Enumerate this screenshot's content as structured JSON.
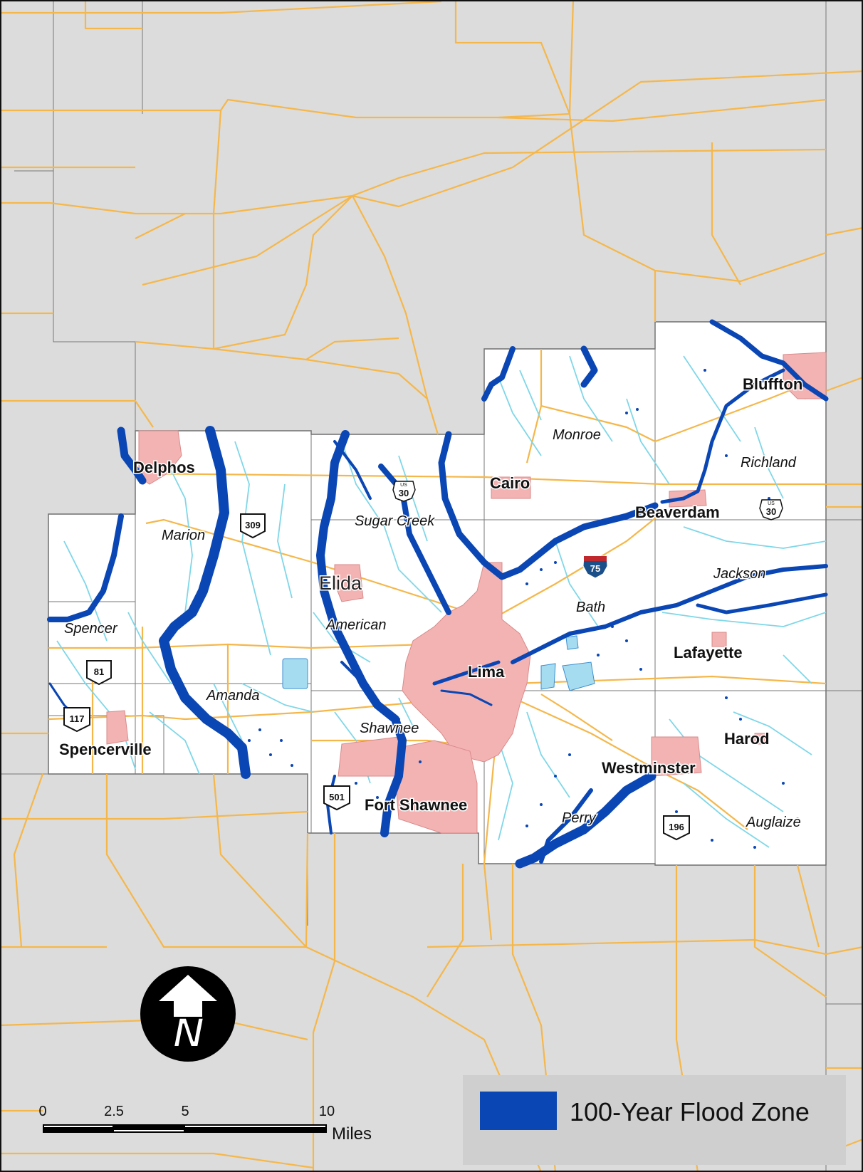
{
  "colors": {
    "background": "#dcdcdc",
    "county_fill": "#ffffff",
    "roads": "#f5b74a",
    "streams": "#7fd7e8",
    "flood_zone": "#0a46b4",
    "cities": "#f4b3b3",
    "lakes": "#a6dcf0",
    "boundaries": "#6e6e6e"
  },
  "places": {
    "delphos": "Delphos",
    "cairo": "Cairo",
    "bluffton": "Bluffton",
    "beaverdam": "Beaverdam",
    "elida": "Elida",
    "lima": "Lima",
    "lafayette": "Lafayette",
    "harod": "Harod",
    "westminster": "Westminster",
    "fort_shawnee": "Fort Shawnee",
    "spencerville": "Spencerville"
  },
  "townships": {
    "monroe": "Monroe",
    "richland": "Richland",
    "sugar_creek": "Sugar Creek",
    "marion": "Marion",
    "jackson": "Jackson",
    "bath": "Bath",
    "spencer": "Spencer",
    "american": "American",
    "amanda": "Amanda",
    "shawnee": "Shawnee",
    "perry": "Perry",
    "auglaize": "Auglaize"
  },
  "shields": {
    "us30_west": "30",
    "us30_east": "30",
    "us_label": "US",
    "i75": "75",
    "sr309": "309",
    "sr81": "81",
    "sr117": "117",
    "sr501": "501",
    "sr196": "196"
  },
  "legend": {
    "flood_zone_label": "100-Year Flood Zone"
  },
  "scale_bar": {
    "ticks": [
      "0",
      "2.5",
      "5",
      "10"
    ],
    "unit": "Miles"
  },
  "north_arrow": {
    "letter": "N"
  }
}
